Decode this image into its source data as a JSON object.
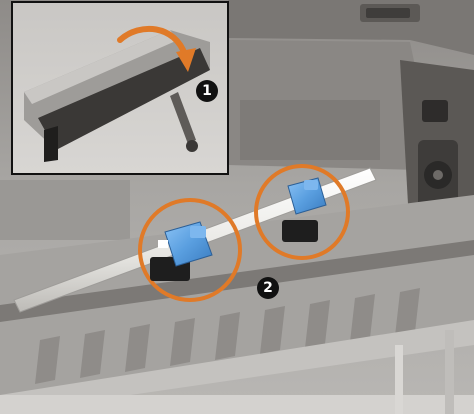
{
  "illustration": {
    "step_1": {
      "label": "1"
    },
    "step_2": {
      "label": "2"
    }
  },
  "colors": {
    "highlight_ring": "#e07a28",
    "roll_holder_blue": "#5a9fe0",
    "printer_body": "#a9a7a4",
    "printer_shadow": "#6f6c69",
    "spindle": "#f2f1ee",
    "badge": "#111111"
  },
  "icons": [
    "rotate-arrow-icon",
    "step-1-badge",
    "step-2-badge"
  ]
}
